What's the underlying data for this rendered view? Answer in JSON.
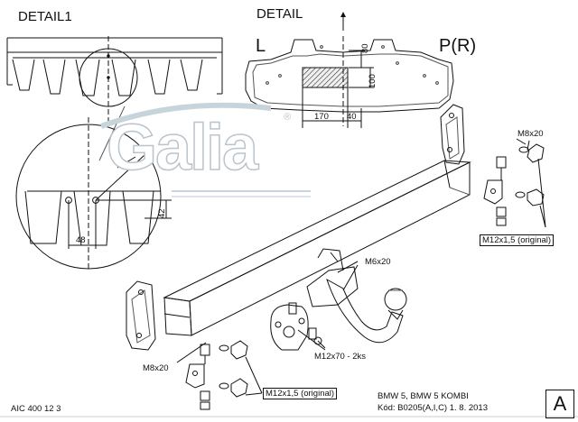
{
  "labels": {
    "detail1": "DETAIL1",
    "detail": "DETAIL",
    "left": "L",
    "right": "P(R)"
  },
  "dimensions": {
    "d80": "80",
    "d100": "100",
    "d170": "170",
    "d40": "40",
    "d42": "42",
    "d48": "48"
  },
  "callouts": {
    "bolt_top": "M8x20",
    "nut_top": "M12x1,5 (original)",
    "ball_bolts": "M6x20",
    "ball_mount_bolts": "M12x70 - 2ks",
    "bolt_bottom": "M8x20",
    "nut_bottom": "M12x1,5 (original)"
  },
  "watermark": {
    "text": "Galia",
    "mark": "®"
  },
  "footer": {
    "part_number": "AIC 400 12 3",
    "vehicle": "BMW 5, BMW 5 KOMBI",
    "code_date": "Kód: B0205(A,I,C)  1. 8. 2013",
    "sheet_letter": "A"
  }
}
